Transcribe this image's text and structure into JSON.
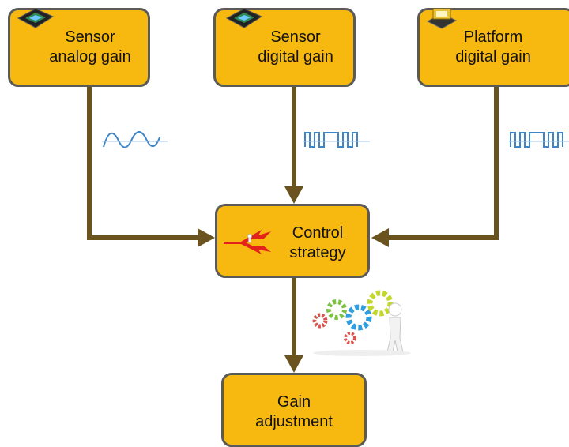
{
  "nodes": {
    "sensor_analog": {
      "label": "Sensor\nanalog gain"
    },
    "sensor_digital": {
      "label": "Sensor\ndigital gain"
    },
    "platform_digital": {
      "label": "Platform\ndigital gain"
    },
    "control": {
      "label": "Control\nstrategy"
    },
    "gain_adjustment": {
      "label": "Gain\nadjustment"
    }
  },
  "icons": {
    "sensor_analog": "sensor-chip-icon",
    "sensor_digital": "sensor-chip-icon",
    "platform_digital": "platform-chip-icon",
    "control": "crossroads-arrow-icon",
    "gears": "gears-figure-icon",
    "analog_signal": "sine-wave-icon",
    "digital_signal": "square-wave-icon"
  },
  "colors": {
    "box_fill": "#f7b90f",
    "box_border": "#5a5a5a",
    "connector": "#6b5320",
    "signal": "#3d85c6"
  }
}
